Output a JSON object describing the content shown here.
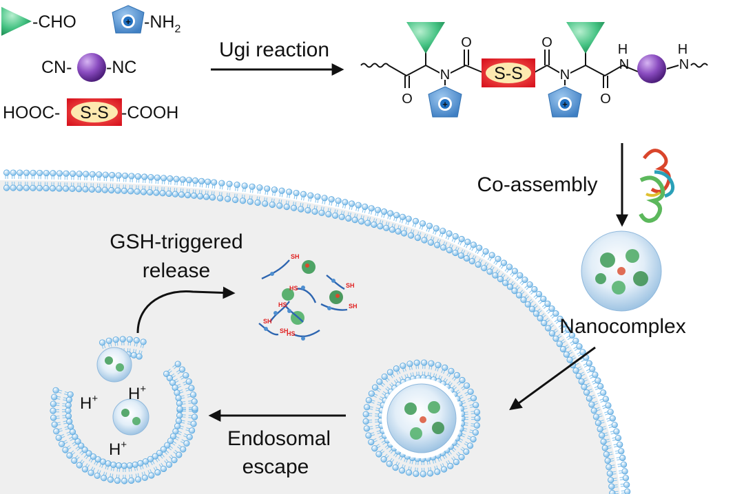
{
  "reagents": {
    "aldehyde": "-CHO",
    "amine": "-NH",
    "amine_sub": "2",
    "isocyanide_left": "CN-",
    "isocyanide_right": "-NC",
    "acid_left": "HOOC-",
    "acid_right": "-COOH",
    "disulfide": "S-S",
    "plus": "+"
  },
  "polymer": {
    "carbonyl_o": "O",
    "nitrogen": "N",
    "hydrogen": "H",
    "disulfide": "S-S"
  },
  "steps": {
    "ugi": "Ugi reaction",
    "coassembly": "Co-assembly",
    "nanocomplex": "Nanocomplex",
    "gsh_line1": "GSH-triggered",
    "gsh_line2": "release",
    "endosomal_line1": "Endosomal",
    "endosomal_line2": "escape"
  },
  "ions": {
    "proton": "H",
    "proton_charge": "+"
  },
  "fragments": {
    "thiol_a": "SH",
    "thiol_b": "HS"
  },
  "colors": {
    "green": "#3cb878",
    "blue_pentagon": "#4f8fd0",
    "purple": "#7b3fb0",
    "red_box": "#e8202a",
    "cream": "#fde9b0",
    "membrane": "#8cc6ee",
    "cell": "#efefef",
    "strand": "#2d65b0"
  }
}
